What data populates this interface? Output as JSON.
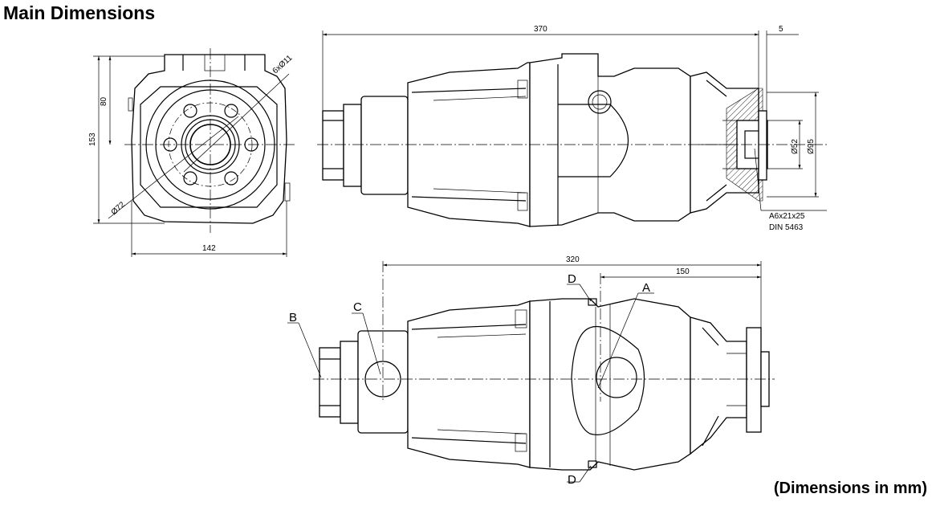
{
  "title": "Main Dimensions",
  "units_note": "(Dimensions in mm)",
  "dimensions": {
    "overall_length": "370",
    "flange_offset": "5",
    "front_height": "153",
    "front_upper_height": "80",
    "front_width": "142",
    "bolt_holes": "6xØ11",
    "bolt_circle": "Ø72",
    "shaft_dia": "Ø52",
    "flange_dia": "Ø95",
    "key_spec_1": "A6x21x25",
    "key_spec_2": "DIN 5463",
    "port_distance": "320",
    "port_a_distance": "150"
  },
  "ports": {
    "a": "A",
    "b": "B",
    "c": "C",
    "d_top": "D",
    "d_bottom": "D"
  }
}
